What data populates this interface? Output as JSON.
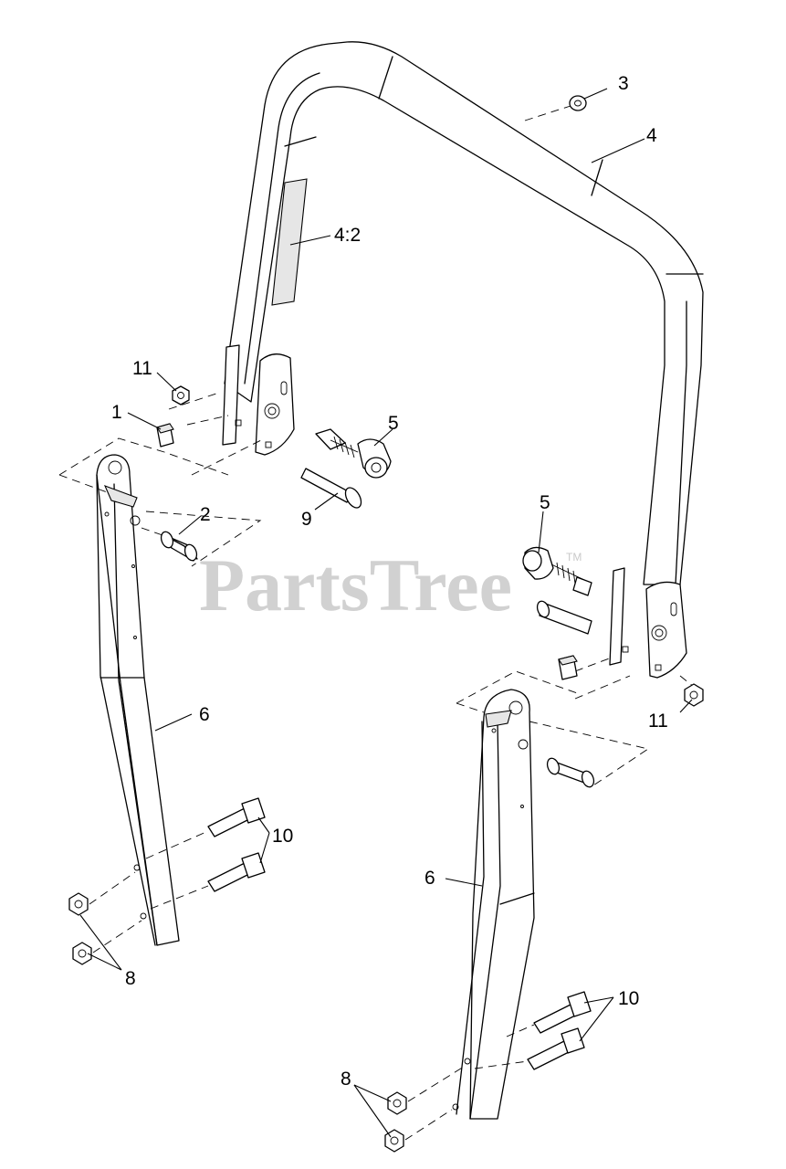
{
  "watermark": {
    "text": "PartsTree",
    "trademark": "TM"
  },
  "callouts": {
    "c1": "1",
    "c2": "2",
    "c3": "3",
    "c4": "4",
    "c4_2": "4:2",
    "c5_left": "5",
    "c5_right": "5",
    "c6_left": "6",
    "c6_right": "6",
    "c8_left": "8",
    "c8_right": "8",
    "c9": "9",
    "c10_left": "10",
    "c10_right": "10",
    "c11_left": "11",
    "c11_right": "11"
  },
  "colors": {
    "line": "#000000",
    "background": "#ffffff",
    "watermark": "#c9c9c9"
  }
}
